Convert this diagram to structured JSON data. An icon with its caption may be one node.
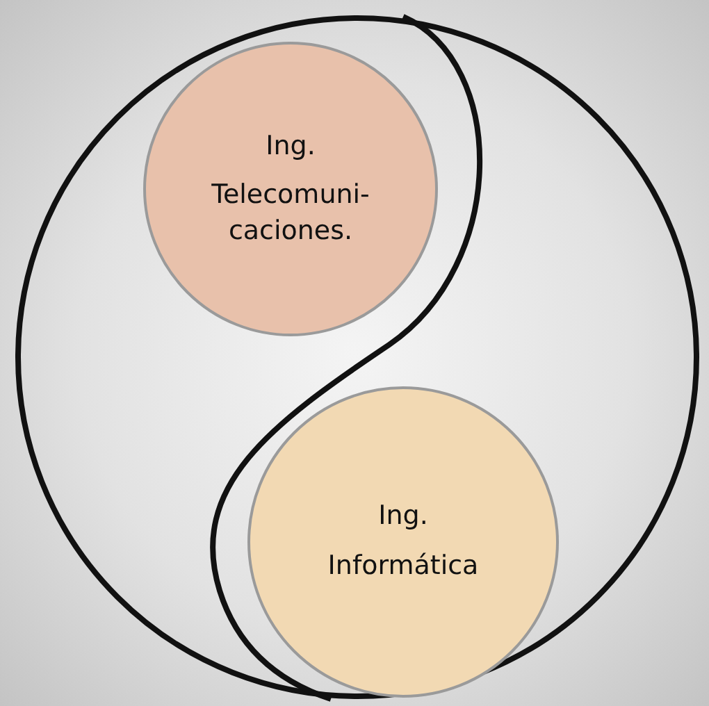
{
  "diagram": {
    "nodes": [
      {
        "text": [],
        "shape": "circle"
      },
      {
        "text": [
          "Ing.",
          "Telecomuni-caciones."
        ],
        "in": 0
      },
      {
        "text": [
          "Ing.",
          "Informática"
        ],
        "in": 0
      }
    ]
  }
}
